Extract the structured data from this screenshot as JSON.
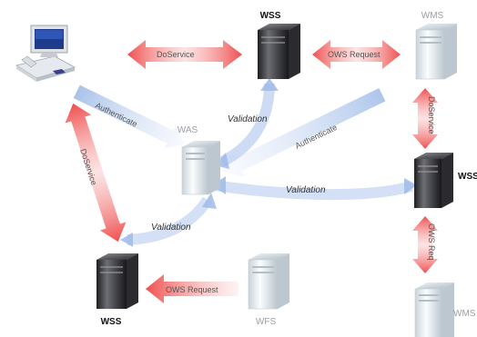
{
  "nodes": {
    "client": {
      "label": ""
    },
    "wss_top": {
      "label": "WSS"
    },
    "wms_top": {
      "label": "WMS"
    },
    "was": {
      "label": "WAS"
    },
    "wss_right": {
      "label": "WSS"
    },
    "wss_bottom": {
      "label": "WSS"
    },
    "wfs": {
      "label": "WFS"
    },
    "wms_bottom": {
      "label": "WMS"
    }
  },
  "edges": {
    "doservice_top": "DoService",
    "ows_request_top": "OWS Request",
    "authenticate_left": "Authenticate",
    "doservice_left": "DoService",
    "validation_top": "Validation",
    "authenticate_right": "Authenticate",
    "doservice_right": "DoService",
    "validation_right": "Validation",
    "validation_bottom": "Validation",
    "ows_req_right": "OWS Req",
    "ows_request_bottom": "OWS Request"
  },
  "colors": {
    "red_arrow": "#ef5a5a",
    "blue_arrow": "#bcd0f0",
    "server_dark": "#3c3c40",
    "server_light": "#e8eef2"
  }
}
